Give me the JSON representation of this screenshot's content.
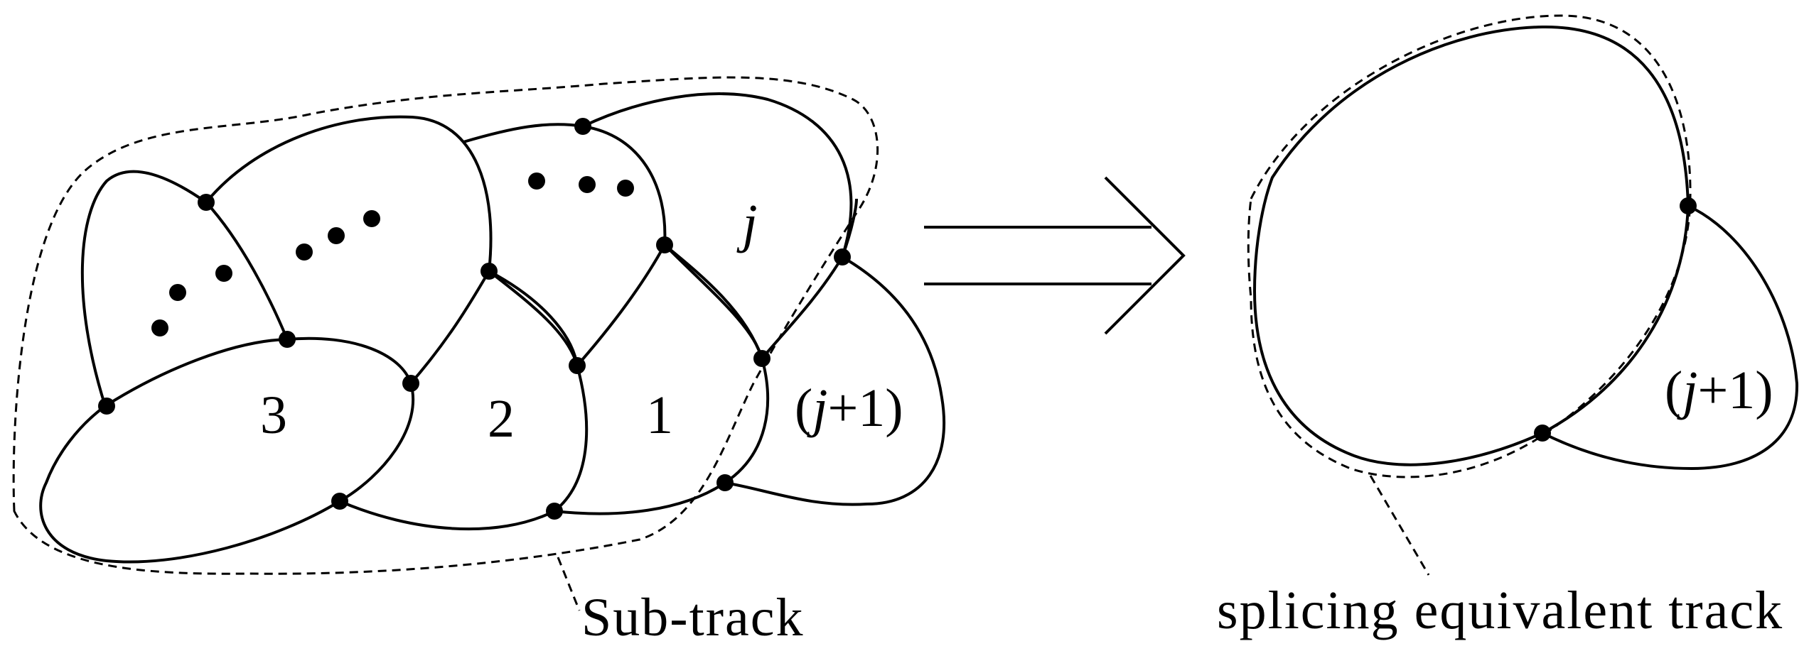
{
  "left_panel": {
    "region_labels": [
      "3",
      "2",
      "1"
    ],
    "j_label": "j",
    "next_label": {
      "open": "(",
      "var": "j",
      "rest": "+1)"
    },
    "caption": "Sub-track"
  },
  "right_panel": {
    "next_label": {
      "open": "(",
      "var": "j",
      "rest": "+1)"
    },
    "caption": "splicing equivalent track"
  }
}
